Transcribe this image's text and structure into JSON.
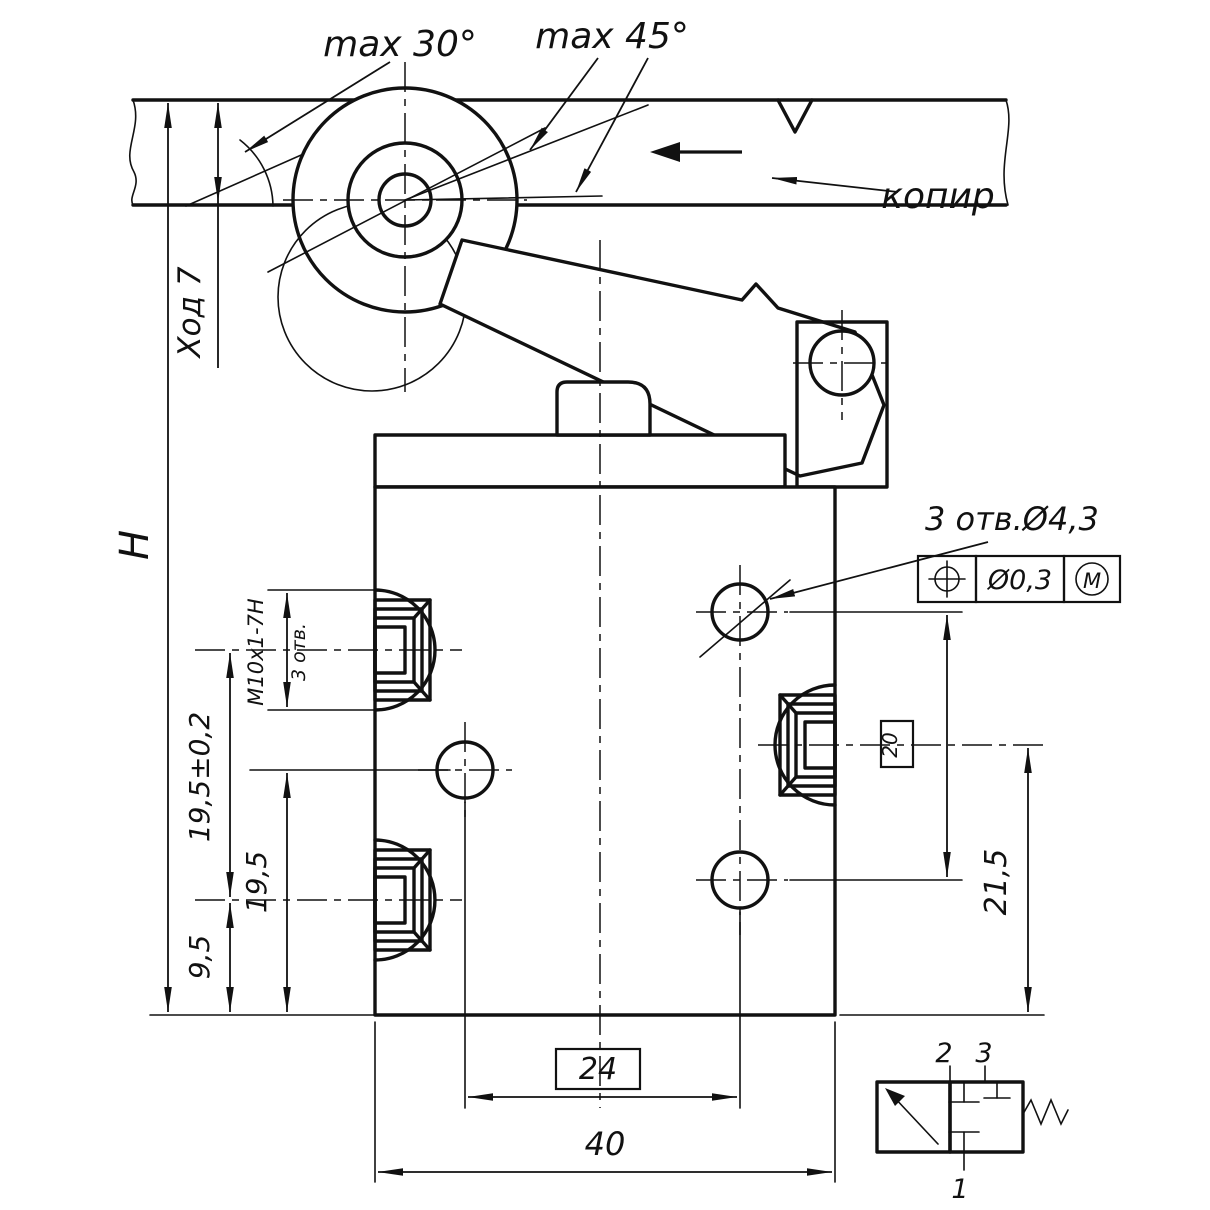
{
  "drawing": {
    "annotations": {
      "max30": "max 30°",
      "max45": "max 45°",
      "kopir": "копир",
      "hod": "Ход 7",
      "H": "H",
      "holes_note": "3 отв.Ø4,3",
      "thread": "M10x1-7H",
      "thread_qty": "3 отв."
    },
    "tolerance_frame": {
      "value": "Ø0,3",
      "modifier": "M"
    },
    "dimensions": {
      "d19_5_tol": "19,5±0,2",
      "d19_5": "19,5",
      "d9_5": "9,5",
      "d24": "24",
      "d40": "40",
      "d21_5": "21,5",
      "d20": "20"
    },
    "schematic": {
      "port2": "2",
      "port3": "3",
      "port1": "1"
    },
    "colors": {
      "ink": "#111111",
      "paper": "#ffffff"
    }
  }
}
